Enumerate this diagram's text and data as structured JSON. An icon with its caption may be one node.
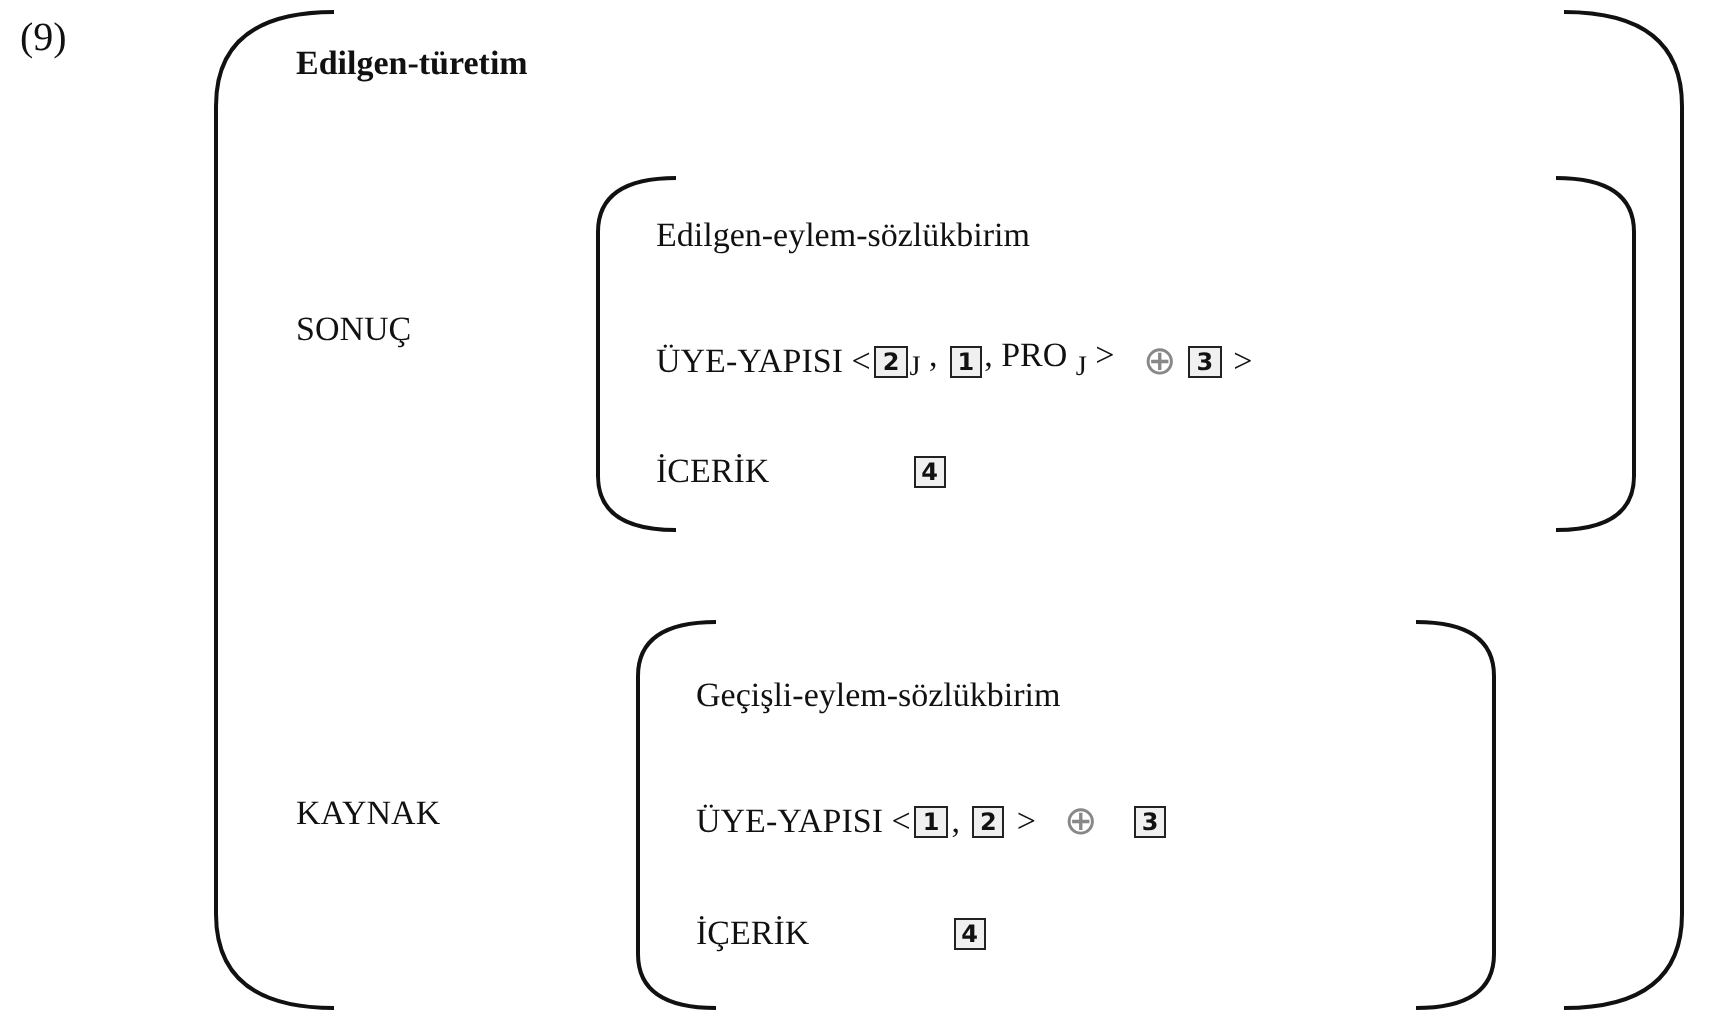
{
  "diagram": {
    "nodes": [
      {
        "text": [
          "Edilgen-türetim",
          "SONUÇ",
          "KAYNAK"
        ]
      },
      {
        "text": [
          "Edilgen-eylem-sözlükbirim",
          "ÜYE-YAPISI <",
          "$_{J}$ ,",
          ", PRO $_{J}$ >",
          "⊕",
          ">",
          "İCERİK"
        ],
        "in": 0
      },
      {
        "text": [
          "2"
        ],
        "in": 1
      },
      {
        "text": [
          "1"
        ],
        "in": 1
      },
      {
        "text": [
          "3"
        ],
        "in": 1
      },
      {
        "text": [
          "4"
        ],
        "in": 1
      },
      {
        "text": [
          "Geçişli-eylem-sözlükbirim",
          "ÜYE-YAPISI <",
          ",",
          ">",
          "⊕",
          "İÇERİK"
        ],
        "in": 0
      },
      {
        "text": [
          "1"
        ],
        "in": 6
      },
      {
        "text": [
          "2"
        ],
        "in": 6
      },
      {
        "text": [
          "3"
        ],
        "in": 6
      },
      {
        "text": [
          "4"
        ],
        "in": 6
      }
    ],
    "labels": [
      "(9)"
    ]
  }
}
